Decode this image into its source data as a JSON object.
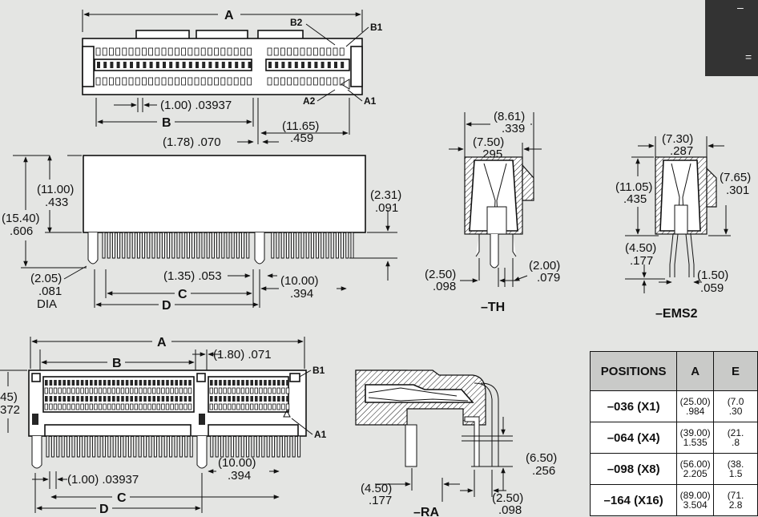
{
  "views": {
    "top": {
      "dim_a": "A",
      "dim_b": "B",
      "pitch": "(1.00) .03937",
      "offset": "(1.78) .070",
      "key": "(11.65)",
      "key_in": ".459",
      "b2": "B2",
      "b1": "B1",
      "a2": "A2",
      "a1": "A1"
    },
    "side": {
      "h1": "(11.00)",
      "h1_in": ".433",
      "h2": "(15.40)",
      "h2_in": ".606",
      "tail": "(2.31)",
      "tail_in": ".091",
      "peg": "(2.05)",
      "peg_in": ".081",
      "dia": "DIA",
      "row": "(1.35) .053",
      "peg_sp": "(10.00)",
      "peg_sp_in": ".394",
      "dim_c": "C",
      "dim_d": "D"
    },
    "th": {
      "w1": "(8.61)",
      "w1_in": ".339",
      "w2": "(7.50)",
      "w2_in": ".295",
      "p1": "(2.50)",
      "p1_in": ".098",
      "p2": "(2.00)",
      "p2_in": ".079",
      "label": "–TH"
    },
    "ems": {
      "w": "(7.30)",
      "w_in": ".287",
      "h": "(11.05)",
      "h_in": ".435",
      "h2": "(7.65)",
      "h2_in": ".301",
      "tail": "(4.50)",
      "tail_in": ".177",
      "lead": "(1.50)",
      "lead_in": ".059",
      "label": "–EMS2"
    },
    "ra_top": {
      "dim_a": "A",
      "dim_b": "B",
      "key": "(1.80) .071",
      "h": ".45)",
      "h_in": "372",
      "b1": "B1",
      "a1": "A1",
      "pitch": "(1.00) .03937",
      "peg_sp": "(10.00)",
      "peg_sp_in": ".394",
      "dim_c": "C",
      "dim_d": "D"
    },
    "ra": {
      "tail": "(4.50)",
      "tail_in": ".177",
      "h": "(6.50)",
      "h_in": ".256",
      "p": "(2.50)",
      "p_in": ".098",
      "label": "–RA"
    },
    "corner": {
      "dash": "–",
      "eq": "="
    }
  },
  "table": {
    "headers": [
      "POSITIONS",
      "A",
      "E"
    ],
    "rows": [
      {
        "pos": "–036 (X1)",
        "a_mm": "(25.00)",
        "a_in": ".984",
        "b_mm": "(7.0",
        "b_in": ".30"
      },
      {
        "pos": "–064 (X4)",
        "a_mm": "(39.00)",
        "a_in": "1.535",
        "b_mm": "(21.",
        "b_in": ".8"
      },
      {
        "pos": "–098 (X8)",
        "a_mm": "(56.00)",
        "a_in": "2.205",
        "b_mm": "(38.",
        "b_in": "1.5"
      },
      {
        "pos": "–164 (X16)",
        "a_mm": "(89.00)",
        "a_in": "3.504",
        "b_mm": "(71.",
        "b_in": "2.8"
      }
    ]
  }
}
